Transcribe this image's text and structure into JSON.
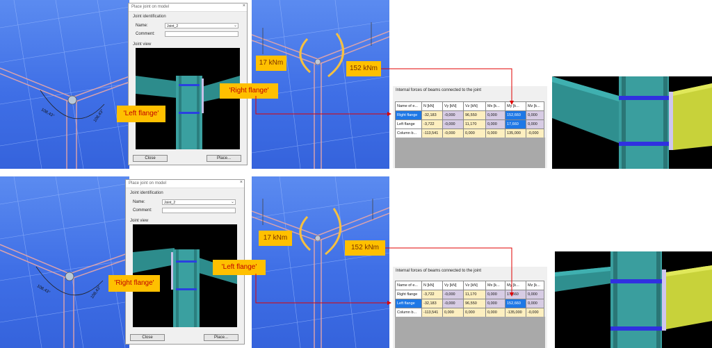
{
  "dialog": {
    "title": "Place joint on model",
    "close_glyph": "×",
    "group_identification": "Joint identification",
    "name_label": "Name:",
    "name_value": "Joint_2",
    "comment_label": "Comment:",
    "comment_value": "",
    "joint_view_label": "Joint view",
    "close_button": "Close",
    "place_button": "Place..."
  },
  "dimension_label": "108,43°",
  "callouts": {
    "moment_left": "17 kNm",
    "moment_right": "152 kNm",
    "top_left_label": "'Left flange'",
    "top_right_label": "'Right flange'",
    "bottom_left_label": "'Right flange'",
    "bottom_right_label": "'Left flange'"
  },
  "forces_table": {
    "caption": "Internal forces of beams connected to the joint",
    "headers": [
      "Name of e...",
      "N [kN]",
      "Vy [kN]",
      "Vz [kN]",
      "Mx [k...",
      "My [k...",
      "Mz [k..."
    ],
    "top_rows": [
      [
        "Right flange",
        "-32,183",
        "-0,000",
        "96,550",
        "0,000",
        "152,660",
        "0,000"
      ],
      [
        "Left flange",
        "-3,722",
        "-0,000",
        "11,170",
        "0,000",
        "17,660",
        "0,000"
      ],
      [
        "Column b...",
        "-113,541",
        "-0,000",
        "0,000",
        "0,000",
        "135,000",
        "-0,000"
      ]
    ],
    "bottom_rows": [
      [
        "Right flange",
        "-3,722",
        "-0,000",
        "11,170",
        "0,000",
        "17,660",
        "0,000"
      ],
      [
        "Left flange",
        "-32,183",
        "-0,000",
        "96,550",
        "0,000",
        "152,660",
        "0,000"
      ],
      [
        "Column b...",
        "-113,541",
        "0,000",
        "0,000",
        "0,000",
        "-135,000",
        "-0,000"
      ]
    ]
  },
  "colors": {
    "callout_fill": "#ffc000",
    "arrow_red": "#e00000",
    "highlight_blue": "#1e78e6",
    "viewport_blue": "#4474e8",
    "cell_yellow": "#fdefc0",
    "cell_purple": "#d7cce4"
  }
}
